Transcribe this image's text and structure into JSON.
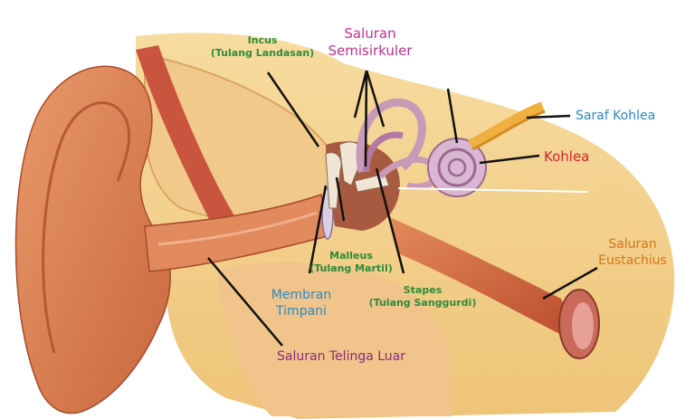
{
  "diagram": {
    "colors": {
      "green": "#2e8b3a",
      "magenta": "#c0308f",
      "blue": "#2b8ac4",
      "red": "#d4242c",
      "orange": "#d9731a",
      "purple": "#8c2c78"
    },
    "labels": {
      "incus": {
        "line1": "Incus",
        "line2": "(Tulang Landasan)"
      },
      "semicircular": {
        "line1": "Saluran",
        "line2": "Semisirkuler"
      },
      "cochlear_nerve": {
        "line1": "Saraf Kohlea"
      },
      "cochlea": {
        "line1": "Kohlea"
      },
      "eustachian": {
        "line1": "Saluran",
        "line2": "Eustachius"
      },
      "malleus": {
        "line1": "Malleus",
        "line2": "(Tulang Martil)"
      },
      "stapes": {
        "line1": "Stapes",
        "line2": "(Tulang Sanggurdi)"
      },
      "tympanic": {
        "line1": "Membran",
        "line2": "Timpani"
      },
      "ear_canal": {
        "line1": "Saluran Telinga Luar"
      }
    }
  }
}
